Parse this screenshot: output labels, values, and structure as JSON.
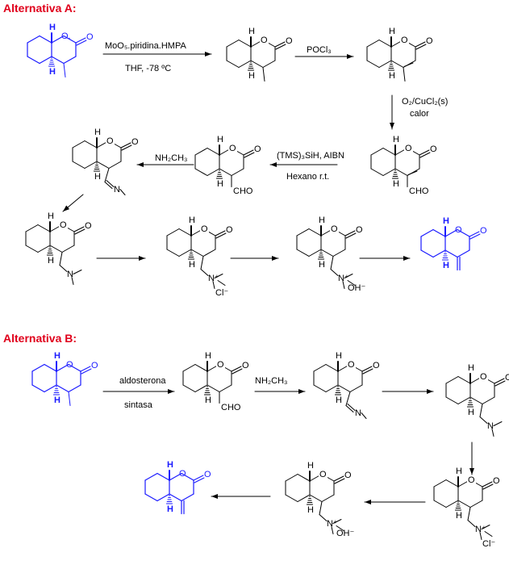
{
  "colors": {
    "title": "#e0001b",
    "highlight": "#1a1aff",
    "ink": "#000000"
  },
  "alt_a": {
    "title": "Alternativa A:",
    "step1": {
      "line1": "MoO₅.piridina.HMPA",
      "line2": "THF, -78 ºC"
    },
    "step2": {
      "line1": "POCl₃"
    },
    "step3": {
      "line1": "O₂/CuCl₂(s)",
      "line2": "calor"
    },
    "step4": {
      "line1": "(TMS)₃SiH, AIBN",
      "line2": "Hexano r.t."
    },
    "step5": {
      "line1": "NH₂CH₃"
    }
  },
  "alt_b": {
    "title": "Alternativa B:",
    "step1": {
      "line1": "aldosterona",
      "line2": "sintasa"
    },
    "step2": {
      "line1": "NH₂CH₃"
    }
  },
  "atoms": {
    "H": "H",
    "O": "O",
    "Odot": "O.",
    "OH": "OH",
    "CHO": "CHO",
    "N": "N",
    "Nplus": "N⁺",
    "Cl": "Cl⁻",
    "OHminus": "OH⁻"
  }
}
